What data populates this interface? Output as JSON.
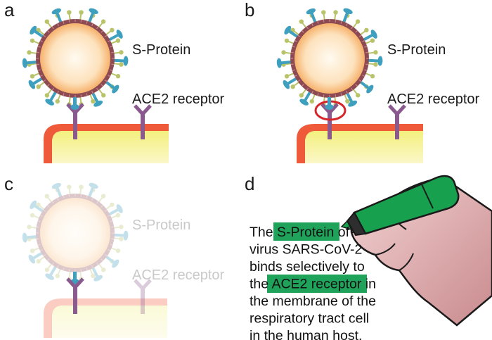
{
  "panels": {
    "a": {
      "letter": "a",
      "s_protein_label": "S-Protein",
      "ace2_label": "ACE2 receptor"
    },
    "b": {
      "letter": "b",
      "s_protein_label": "S-Protein",
      "ace2_label": "ACE2 receptor"
    },
    "c": {
      "letter": "c",
      "s_protein_label": "S-Protein",
      "ace2_label": "ACE2 receptor"
    },
    "d": {
      "letter": "d",
      "lines": [
        {
          "pre": "The ",
          "highlight": "S-Protein",
          "post": " of"
        },
        {
          "pre": "virus SARS-CoV-2",
          "highlight": "",
          "post": ""
        },
        {
          "pre": "binds selectively to",
          "highlight": "",
          "post": ""
        },
        {
          "pre": "the ",
          "highlight": "ACE2 receptor",
          "post": " in"
        },
        {
          "pre": "the membrane of the",
          "highlight": "",
          "post": ""
        },
        {
          "pre": "respiratory tract cell",
          "highlight": "",
          "post": ""
        },
        {
          "pre": "in the human host.",
          "highlight": "",
          "post": ""
        }
      ]
    }
  },
  "colors": {
    "virus_core": "#fde6c6",
    "virus_ring": "#8e4a52",
    "spike": "#3e9fbf",
    "knob": "#b9c36a",
    "receptor": "#8a5a8e",
    "cell_outer": "#ef5a3a",
    "cell_inner": "#f6f47a",
    "highlight": "#1fa25a",
    "marker_green": "#17a04e",
    "hand": "#e9b8ba",
    "bind_circle": "#d6262b"
  }
}
